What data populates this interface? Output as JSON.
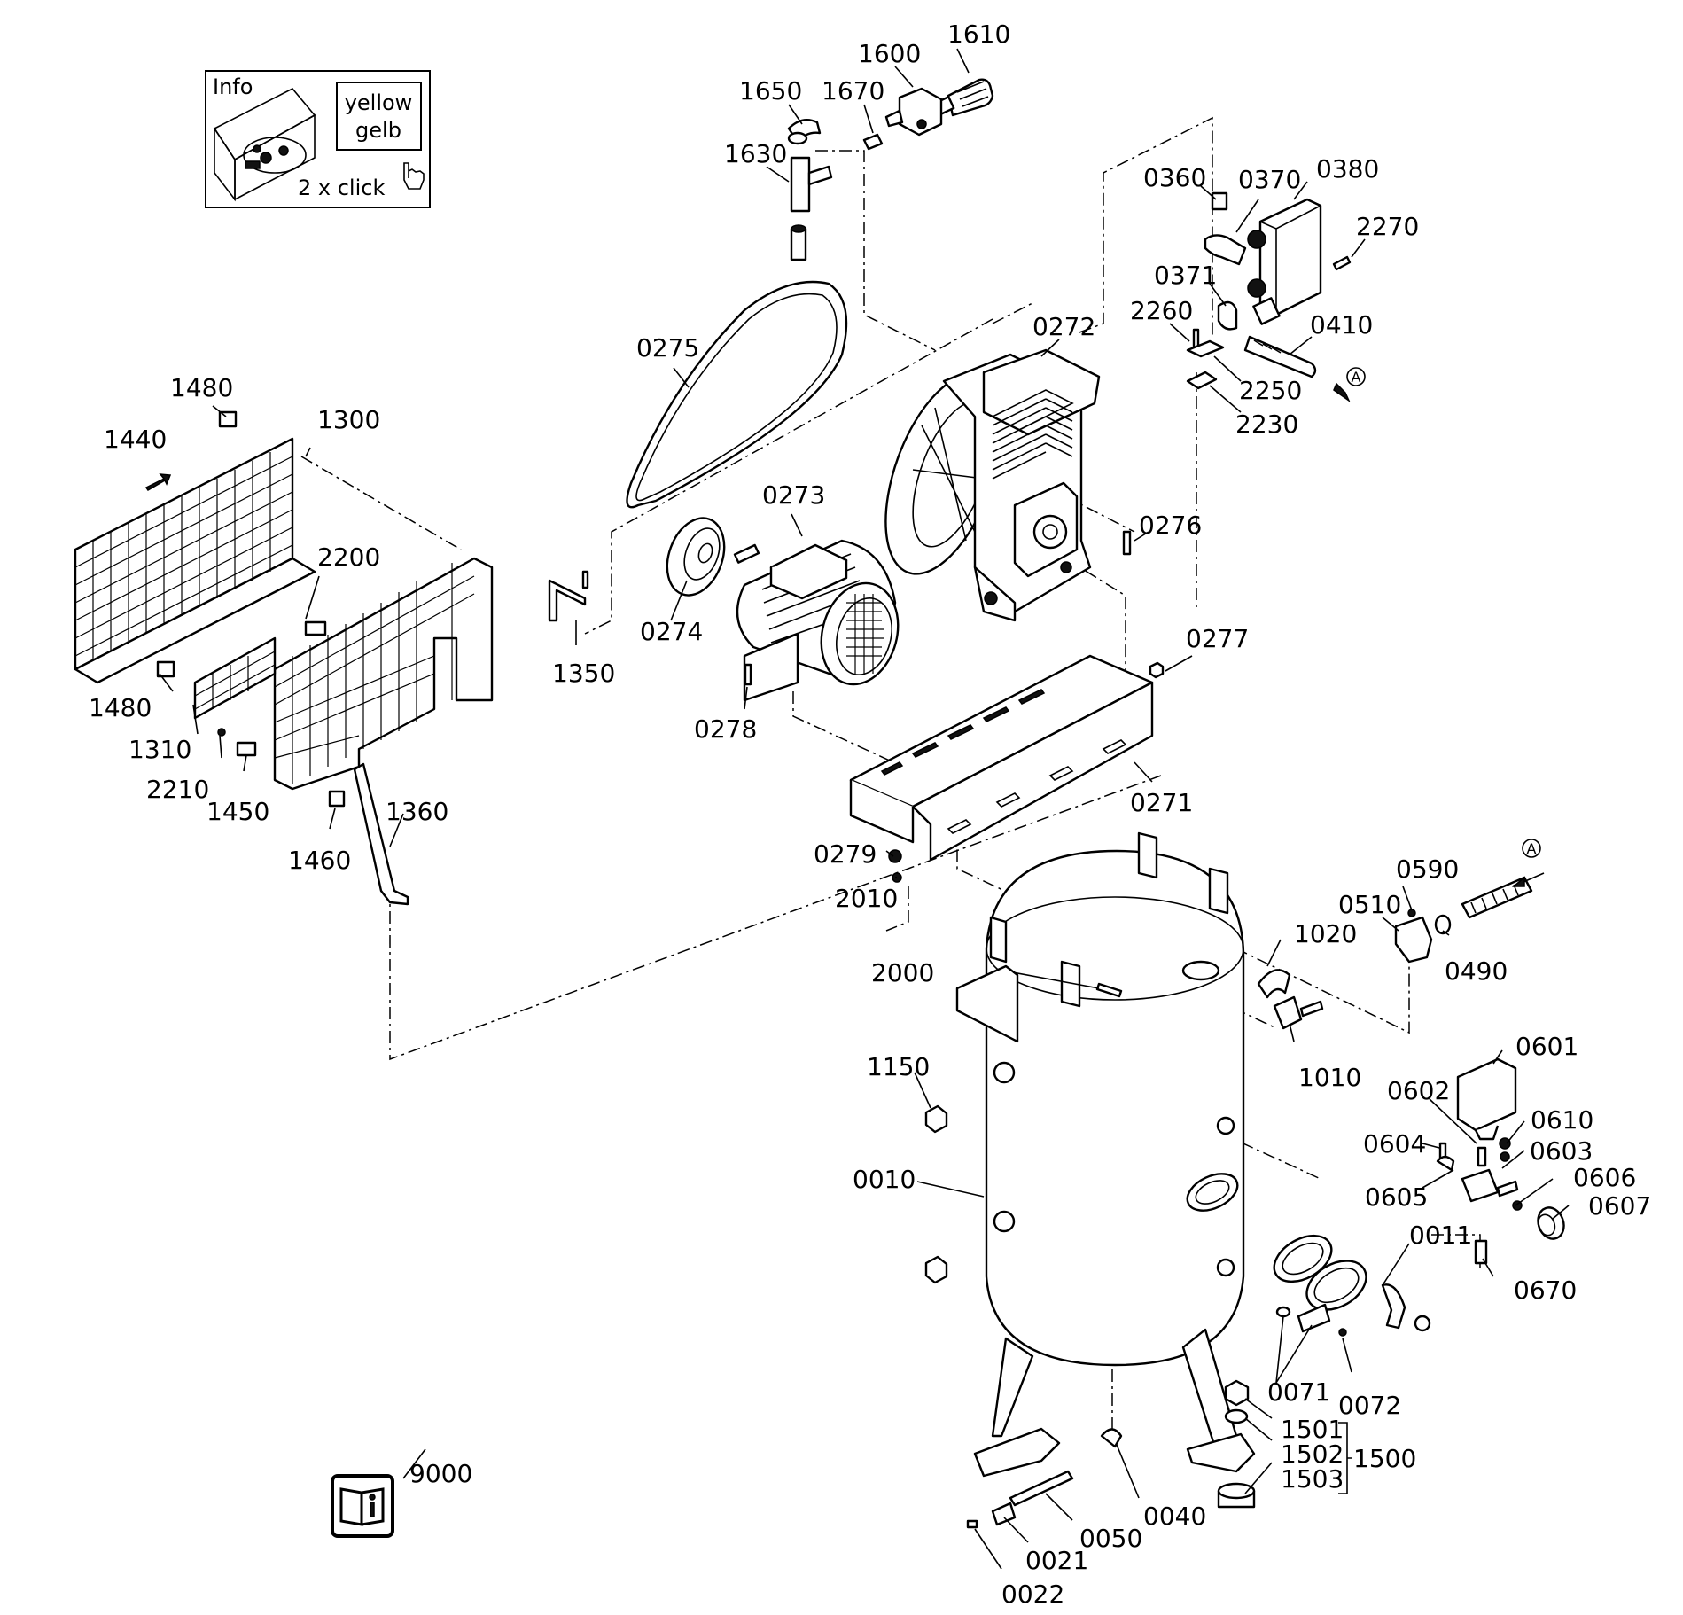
{
  "info_box": {
    "title": "Info",
    "color_en": "yellow",
    "color_de": "gelb",
    "hint": "2 x click"
  },
  "callouts": {
    "p1610": "1610",
    "p1600": "1600",
    "p1650": "1650",
    "p1670": "1670",
    "p1630": "1630",
    "p0360": "0360",
    "p0370": "0370",
    "p0380": "0380",
    "p2270": "2270",
    "p0371": "0371",
    "p2260": "2260",
    "p0410": "0410",
    "p2250": "2250",
    "p2230": "2230",
    "p0272": "0272",
    "p0275": "0275",
    "p1480a": "1480",
    "p1440": "1440",
    "p1300": "1300",
    "p0273": "0273",
    "p0276": "0276",
    "p2200": "2200",
    "p0274": "0274",
    "p1350": "1350",
    "p0277": "0277",
    "p1480b": "1480",
    "p0278": "0278",
    "p1310": "1310",
    "p2210": "2210",
    "p1450": "1450",
    "p0271": "0271",
    "p1360": "1360",
    "p1460": "1460",
    "p0279": "0279",
    "p2010": "2010",
    "p0590": "0590",
    "p0510": "0510",
    "p1020": "1020",
    "p0490": "0490",
    "p2000": "2000",
    "p1010": "1010",
    "p0601": "0601",
    "p1150": "1150",
    "p0602": "0602",
    "p0610": "0610",
    "p0604": "0604",
    "p0603": "0603",
    "p0010": "0010",
    "p0606": "0606",
    "p0605": "0605",
    "p0607": "0607",
    "p0011": "0011",
    "p0670": "0670",
    "p0071": "0071",
    "p0072": "0072",
    "p1501": "1501",
    "p1502": "1502",
    "p1500": "1500",
    "p1503": "1503",
    "p9000": "9000",
    "p0040": "0040",
    "p0050": "0050",
    "p0021": "0021",
    "p0022": "0022"
  },
  "markers": {
    "a_top": "A",
    "a_right": "A"
  },
  "colors": {
    "line": "#000000",
    "background": "#ffffff"
  }
}
